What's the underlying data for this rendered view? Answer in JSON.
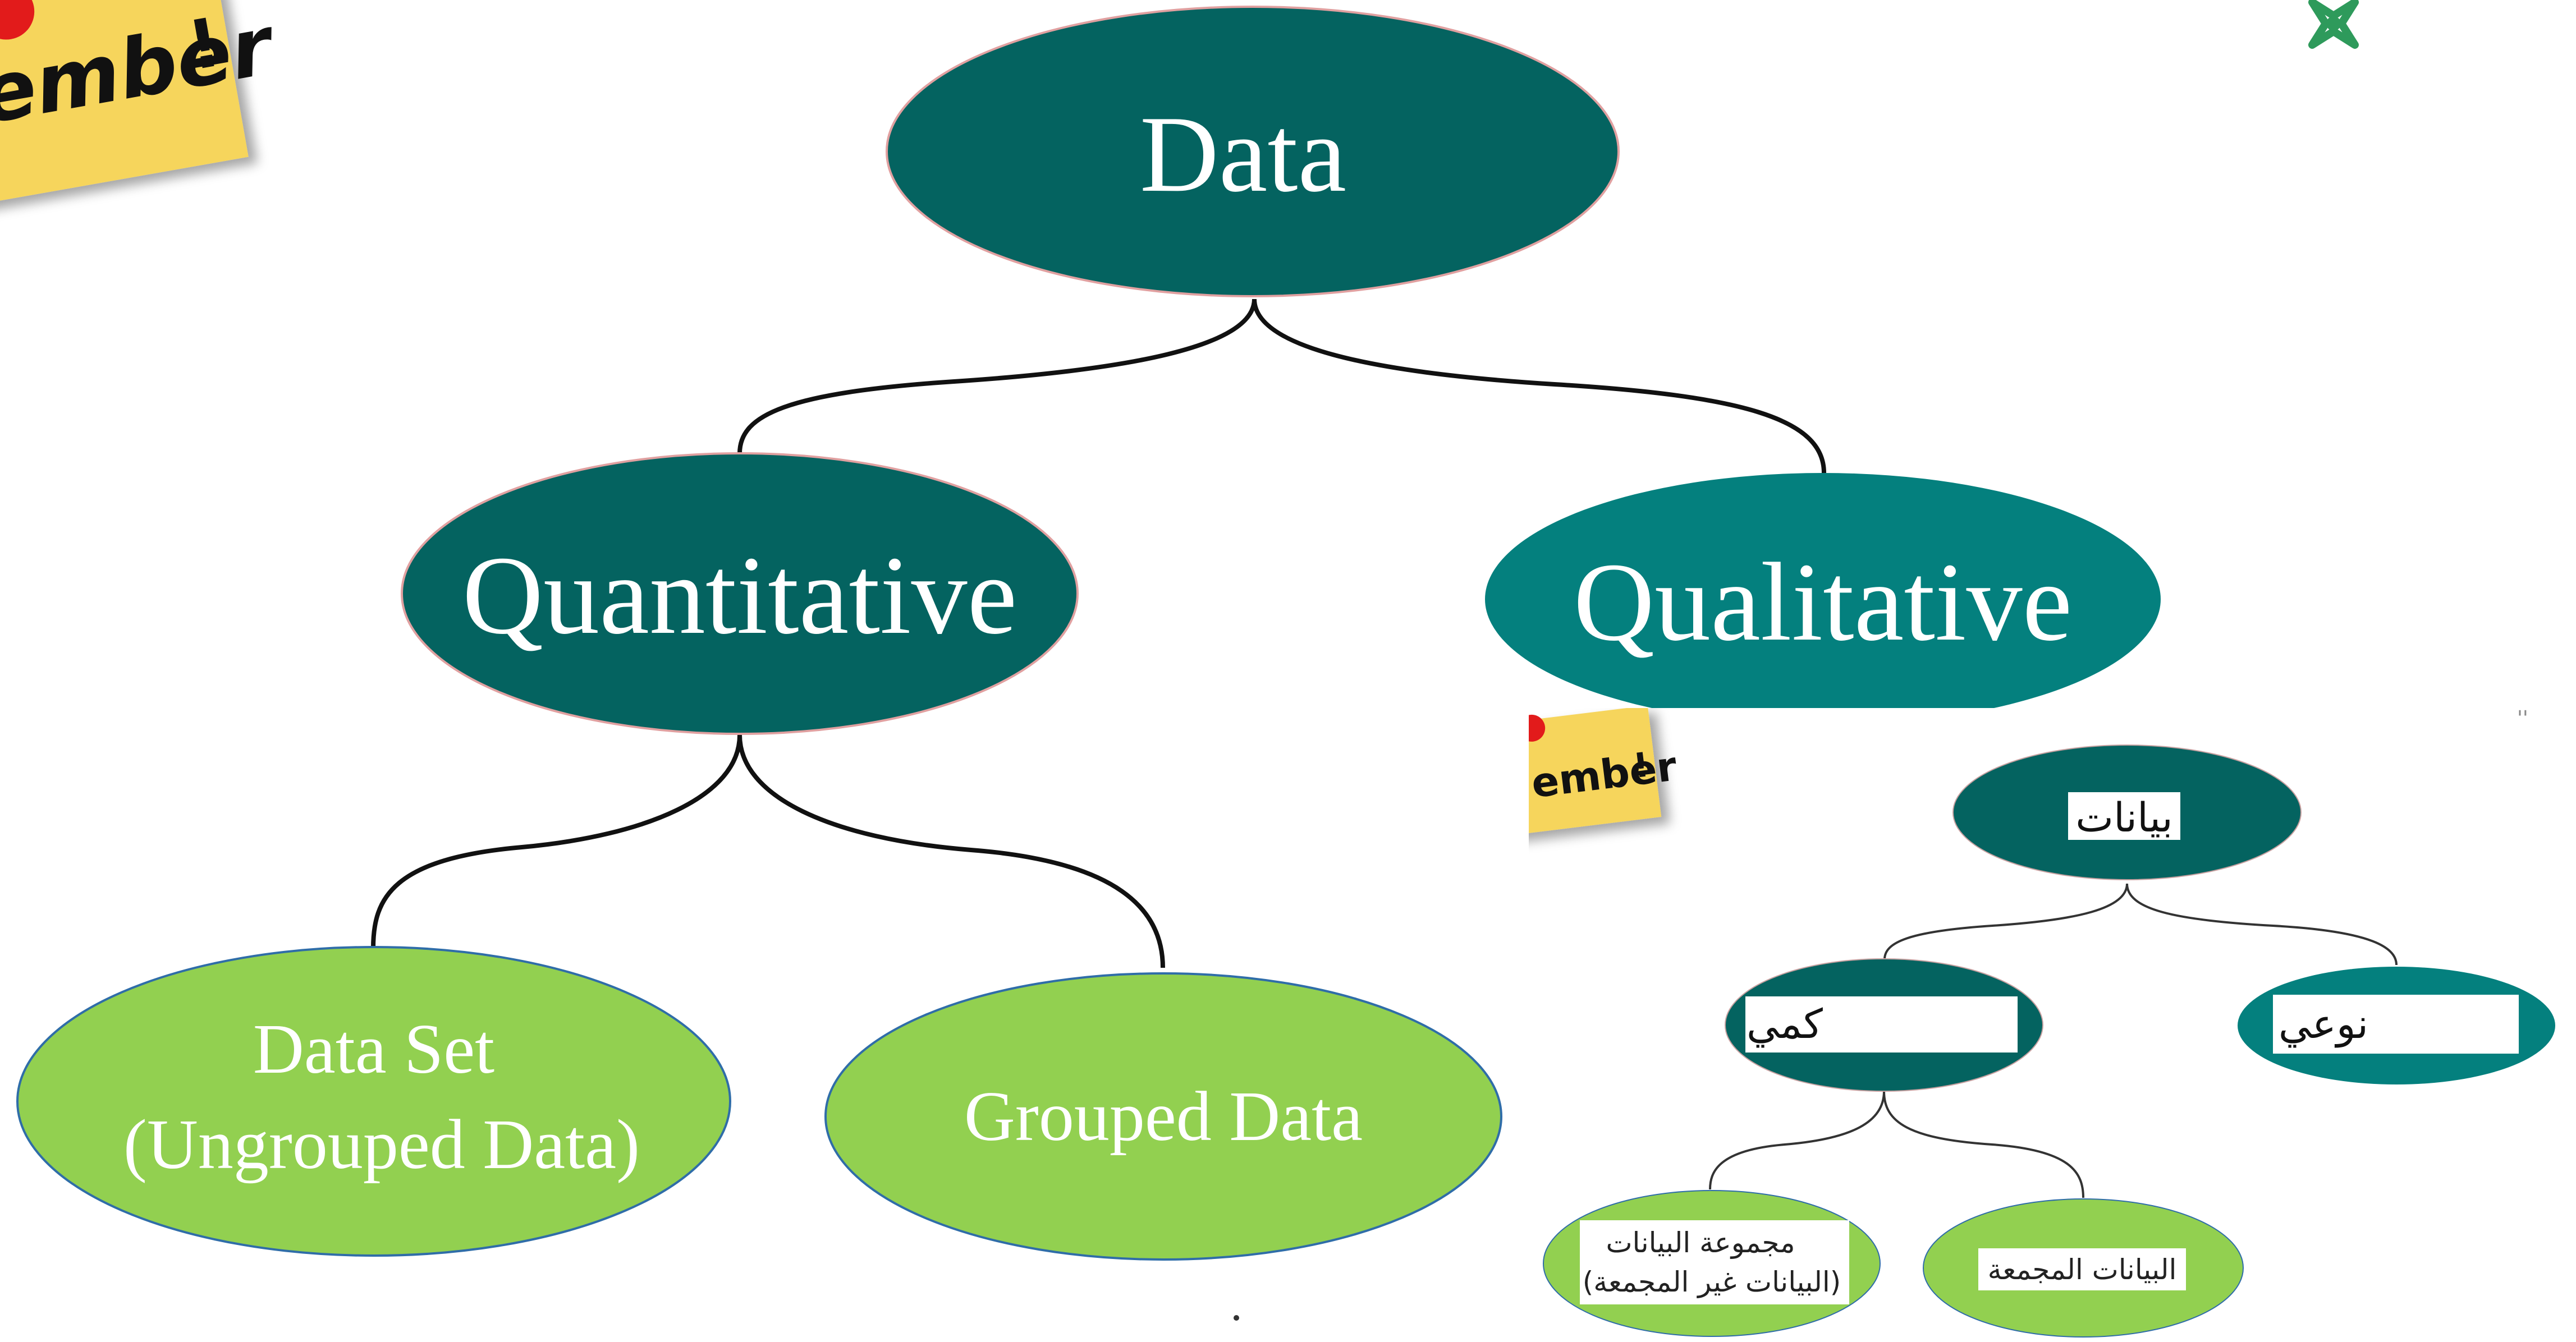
{
  "sticky_note": {
    "text": "ember",
    "mark": "!"
  },
  "english_tree": {
    "root": "Data",
    "quantitative": "Quantitative",
    "qualitative": "Qualitative",
    "ungrouped_line1": "Data Set",
    "ungrouped_line2": "(Ungrouped Data)",
    "grouped": "Grouped Data"
  },
  "arabic_tree": {
    "root": "بيانات",
    "quantitative": "كمي",
    "qualitative": "نوعي",
    "ungrouped_line1": "مجموعة البيانات",
    "ungrouped_line2": "(البيانات غير المجمعة)",
    "grouped": "البيانات المجمعة"
  },
  "logo_icon": "knot-logo-icon",
  "colors": {
    "dark_teal": "#046360",
    "teal": "#04807e",
    "green": "#92d050",
    "note_yellow": "#f6d55c",
    "connector": "#111111"
  }
}
